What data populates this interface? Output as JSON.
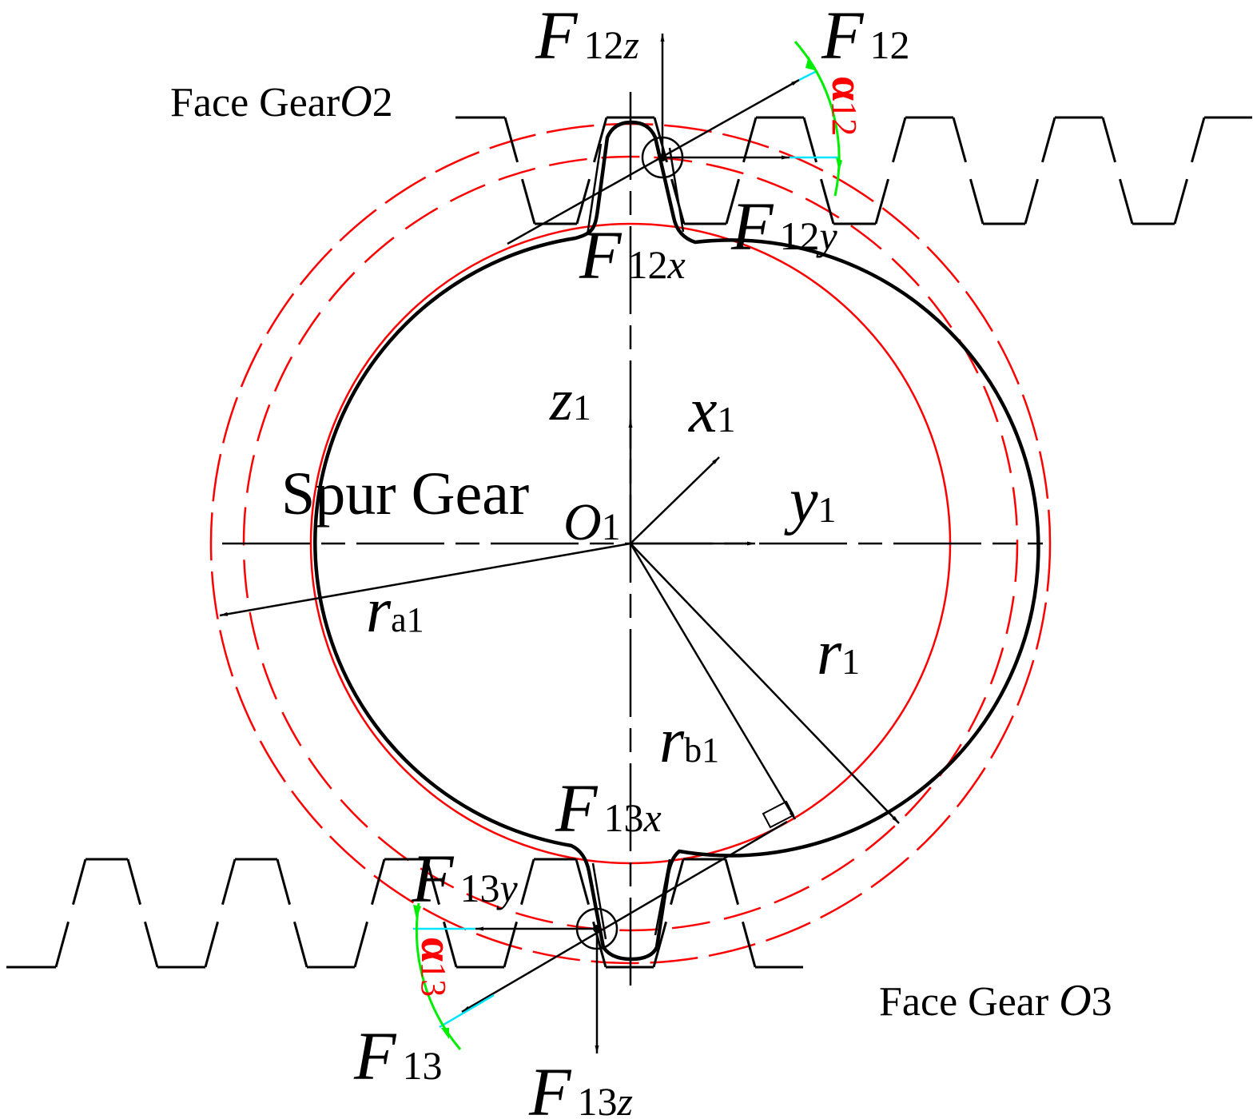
{
  "title_labels": {
    "face_gear_top": {
      "text": "Face Gear",
      "var": "O",
      "num": "2"
    },
    "face_gear_bottom": {
      "text": "Face Gear ",
      "var": "O",
      "num": "3"
    },
    "spur_gear": {
      "text": "Spur Gear",
      "var": "O",
      "num": "1"
    }
  },
  "axes": {
    "z1": {
      "var": "z",
      "num": "1"
    },
    "x1": {
      "var": "x",
      "num": "1"
    },
    "y1": {
      "var": "y",
      "num": "1"
    }
  },
  "radii": {
    "ra1": {
      "var": "r",
      "sub": "a1"
    },
    "r1": {
      "var": "r",
      "sub": "1"
    },
    "rb1": {
      "var": "r",
      "sub": "b1"
    }
  },
  "forces": {
    "F12z": {
      "var": "F",
      "num": "12",
      "subvar": "z"
    },
    "F12": {
      "var": "F",
      "num": "12",
      "subvar": ""
    },
    "F12y": {
      "var": "F",
      "num": "12",
      "subvar": "y"
    },
    "F12x": {
      "var": "F",
      "num": "12",
      "subvar": "x"
    },
    "F13x": {
      "var": "F",
      "num": "13",
      "subvar": "x"
    },
    "F13y": {
      "var": "F",
      "num": "13",
      "subvar": "y"
    },
    "F13": {
      "var": "F",
      "num": "13",
      "subvar": ""
    },
    "F13z": {
      "var": "F",
      "num": "13",
      "subvar": "z"
    }
  },
  "angles": {
    "alpha12": {
      "sym": "α",
      "num": "12"
    },
    "alpha13": {
      "sym": "α",
      "num": "13"
    }
  },
  "colors": {
    "pitch_circles": "#ff0000",
    "angle_arc": "#00ee00",
    "angle_leg": "#00e5ff",
    "angle_label": "#ff0000",
    "lines": "#000000"
  }
}
